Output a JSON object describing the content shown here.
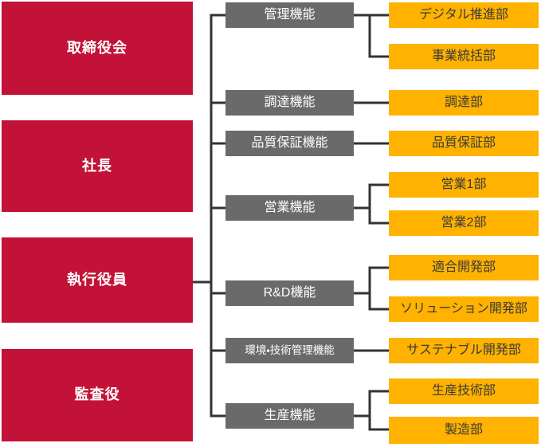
{
  "colors": {
    "governance_bg": "#C31237",
    "governance_text": "#FFFFFF",
    "function_bg": "#6A6A6A",
    "function_text": "#FFFFFF",
    "department_bg": "#FFB200",
    "department_text": "#3A3A3A",
    "connector": "#333333"
  },
  "governance": [
    {
      "label": "取締役会"
    },
    {
      "label": "社長"
    },
    {
      "label": "執行役員"
    },
    {
      "label": "監査役"
    }
  ],
  "functions": [
    {
      "label": "管理機能",
      "departments": [
        {
          "label": "デジタル推進部"
        },
        {
          "label": "事業統括部"
        }
      ]
    },
    {
      "label": "調達機能",
      "departments": [
        {
          "label": "調達部"
        }
      ]
    },
    {
      "label": "品質保証機能",
      "departments": [
        {
          "label": "品質保証部"
        }
      ]
    },
    {
      "label": "営業機能",
      "departments": [
        {
          "label": "営業1部"
        },
        {
          "label": "営業2部"
        }
      ]
    },
    {
      "label": "R&D機能",
      "departments": [
        {
          "label": "適合開発部"
        },
        {
          "label": "ソリューション開発部"
        }
      ]
    },
    {
      "label": "環境・技術管理機能",
      "departments": [
        {
          "label": "サステナブル開発部"
        }
      ]
    },
    {
      "label": "生産機能",
      "departments": [
        {
          "label": "生産技術部"
        },
        {
          "label": "製造部"
        }
      ]
    }
  ]
}
